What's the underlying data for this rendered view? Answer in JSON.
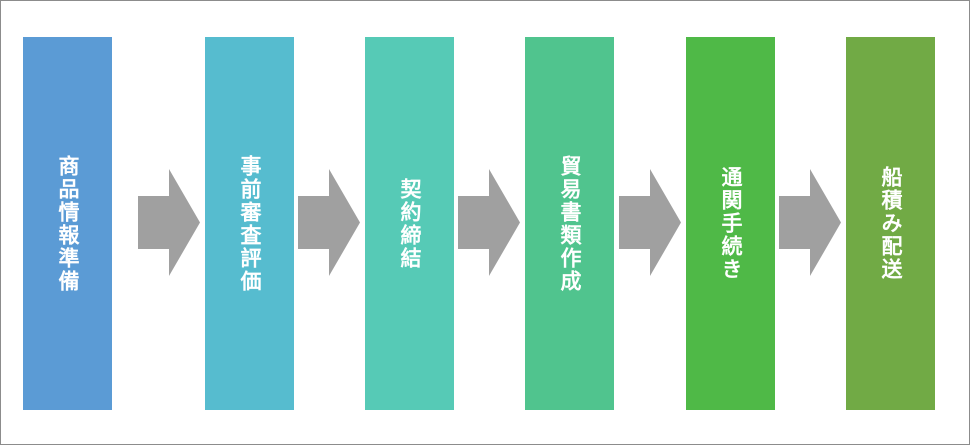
{
  "steps": [
    {
      "label": "商品情報準備",
      "color": "#5B9BD5"
    },
    {
      "label": "事前審査評価",
      "color": "#56BCCF"
    },
    {
      "label": "契約締結",
      "color": "#56CAB6"
    },
    {
      "label": "貿易書類作成",
      "color": "#50C48E"
    },
    {
      "label": "通関手続き",
      "color": "#4FB947"
    },
    {
      "label": "船積み配送",
      "color": "#71AA45"
    }
  ],
  "arrow_color": "#A0A0A0"
}
